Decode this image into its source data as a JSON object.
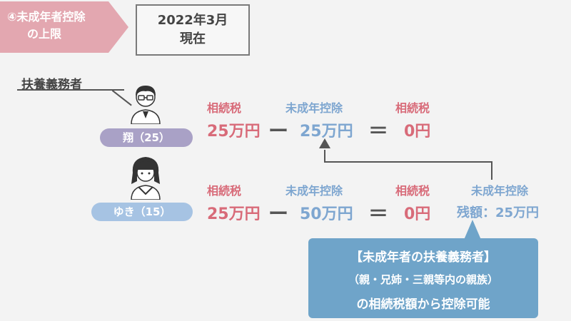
{
  "tag": {
    "line1": "④未成年者控除",
    "line2": "の上限"
  },
  "date": {
    "line1": "2022年3月",
    "line2": "現在"
  },
  "fuyou_label": "扶養義務者",
  "persons": [
    {
      "name": "翔（25）"
    },
    {
      "name": "ゆき（15）"
    }
  ],
  "row1": {
    "label_a": "相続税",
    "value_a": "25万円",
    "minus": "ー",
    "label_b": "未成年控除",
    "value_b": "25万円",
    "equals": "＝",
    "label_c": "相続税",
    "value_c": "0円"
  },
  "row2": {
    "label_a": "相続税",
    "value_a": "25万円",
    "minus": "ー",
    "label_b": "未成年控除",
    "value_b": "50万円",
    "equals": "＝",
    "label_c": "相続税",
    "value_c": "0円",
    "label_d": "未成年控除",
    "value_d": "残額：25万円"
  },
  "callout": {
    "line1": "【未成年者の扶養義務者】",
    "line2": "（親・兄姉・三親等内の親族）",
    "line3": "の相続税額から控除可能"
  },
  "colors": {
    "red": "#d86b79",
    "blue": "#7ea6d0",
    "callout": "#6fa4c9",
    "tag": "#e3a7b0"
  }
}
